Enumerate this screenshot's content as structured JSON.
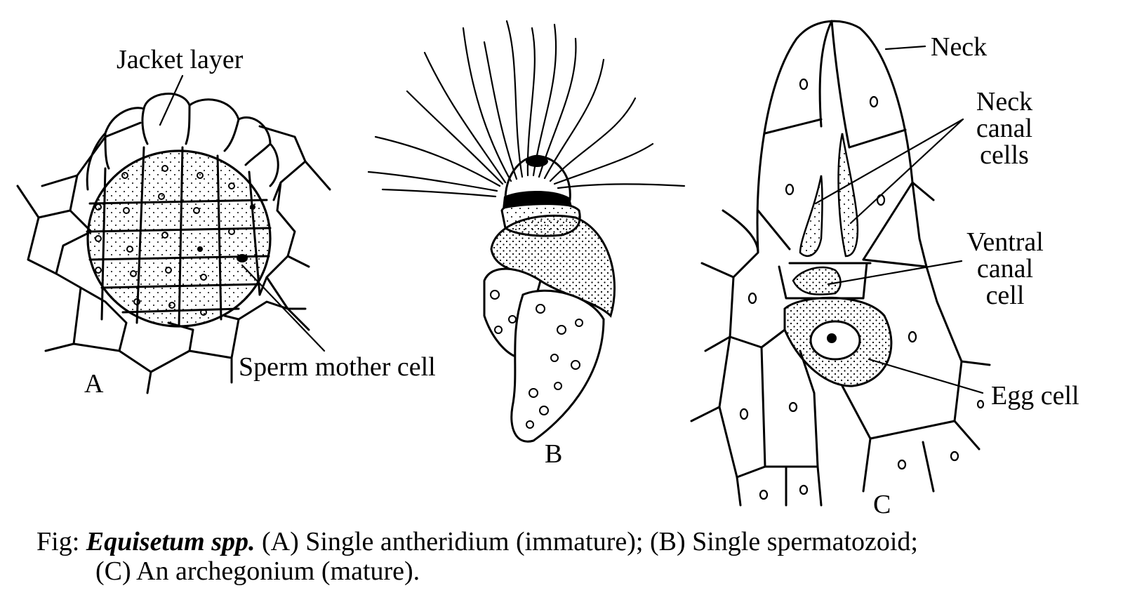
{
  "labels": {
    "jacket_layer": "Jacket layer",
    "sperm_mother_cell": "Sperm mother cell",
    "panel_a": "A",
    "panel_b": "B",
    "panel_c": "C",
    "neck": "Neck",
    "neck_canal_cells": [
      "Neck",
      "canal",
      "cells"
    ],
    "ventral_canal_cell": [
      "Ventral",
      "canal",
      "cell"
    ],
    "egg_cell": "Egg cell"
  },
  "caption": {
    "prefix": "Fig:",
    "taxon": "Equisetum spp.",
    "line1_rest": " (A) Single antheridium (immature); (B) Single spermatozoid;",
    "line2": "(C) An archegonium (mature)."
  }
}
